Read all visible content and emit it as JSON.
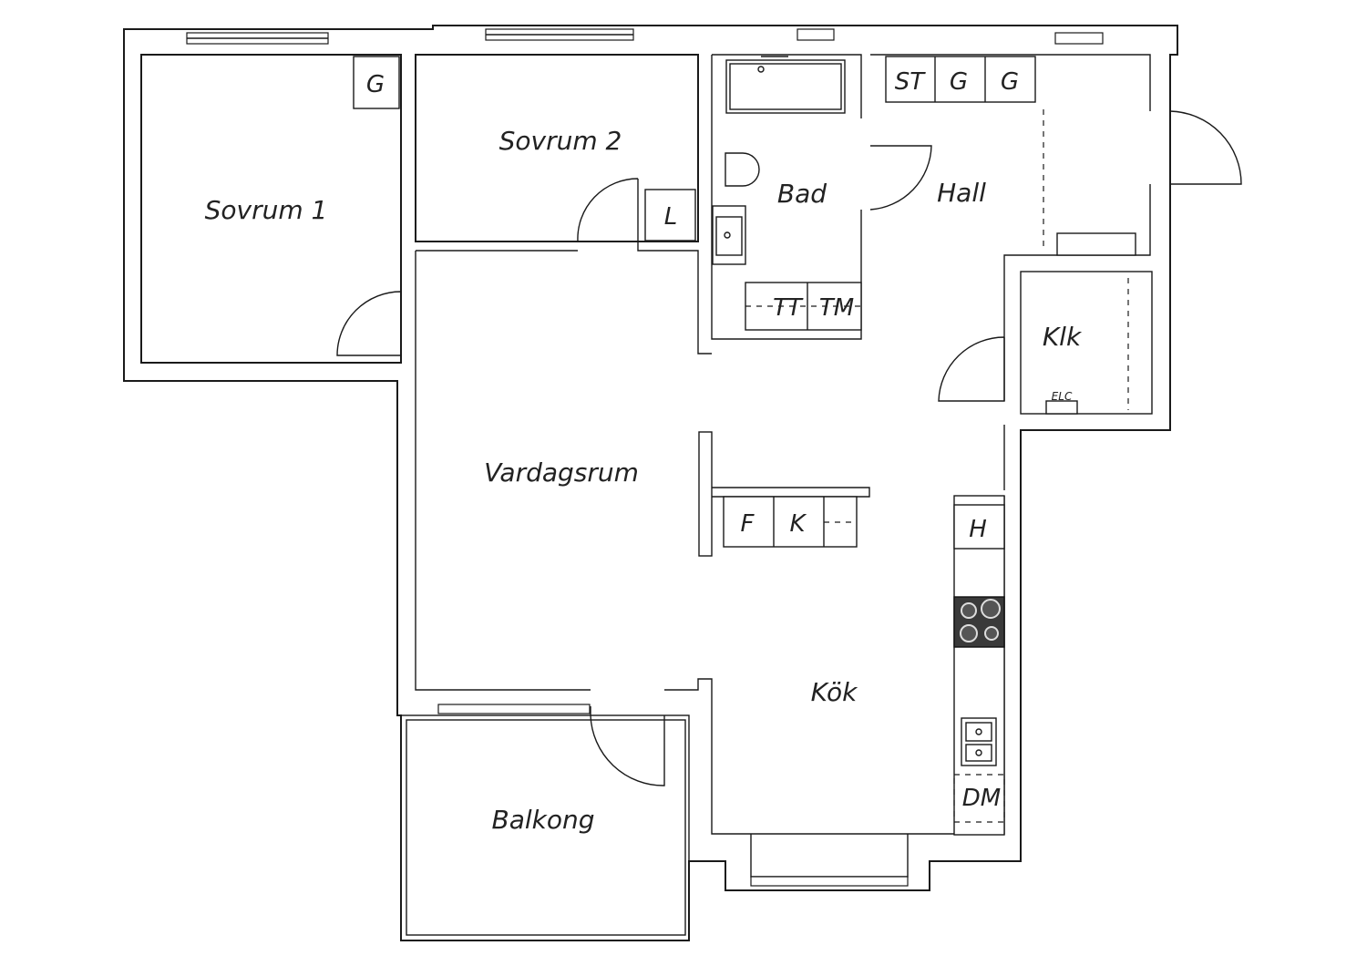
{
  "rooms": {
    "sovrum1": "Sovrum 1",
    "sovrum2": "Sovrum 2",
    "bad": "Bad",
    "hall": "Hall",
    "klk": "Klk",
    "vardagsrum": "Vardagsrum",
    "kok": "Kök",
    "balkong": "Balkong"
  },
  "fixtures": {
    "g_sovrum1": "G",
    "st": "ST",
    "g_hall_1": "G",
    "g_hall_2": "G",
    "l": "L",
    "tt": "TT",
    "tm": "TM",
    "f": "F",
    "k": "K",
    "h": "H",
    "dm": "DM",
    "elc": "ELC"
  }
}
